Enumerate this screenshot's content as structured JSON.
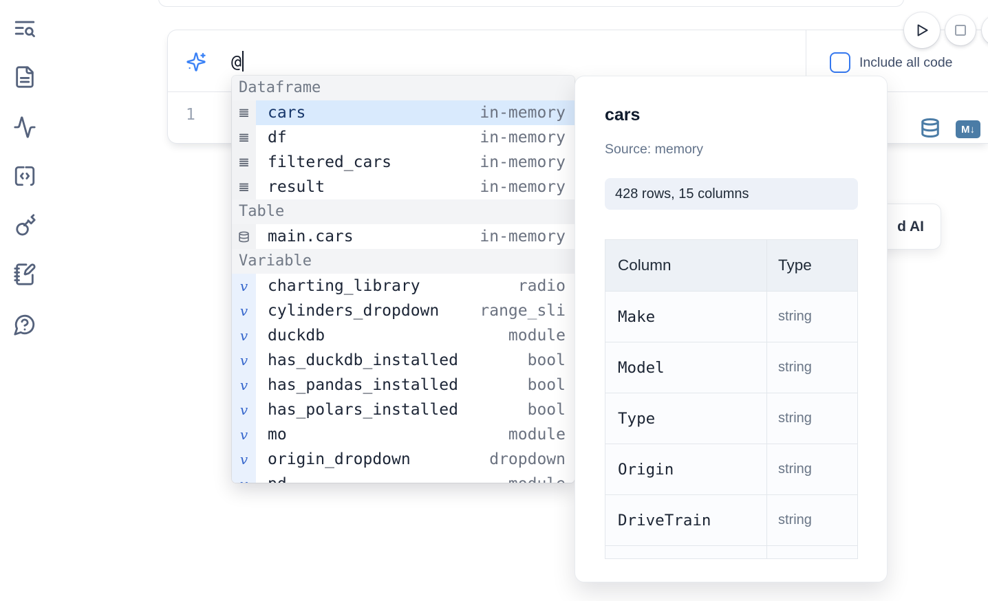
{
  "sidebar": {
    "items": [
      {
        "id": "search",
        "icon": "text-search-icon"
      },
      {
        "id": "document",
        "icon": "file-text-icon"
      },
      {
        "id": "activity",
        "icon": "activity-icon"
      },
      {
        "id": "snippets",
        "icon": "code-square-dashed-icon"
      },
      {
        "id": "keys",
        "icon": "key-icon"
      },
      {
        "id": "scratchpad",
        "icon": "notebook-pen-icon"
      },
      {
        "id": "help",
        "icon": "help-chat-icon"
      }
    ]
  },
  "controls": {
    "run_icon": "play-icon",
    "stop_icon": "stop-square-icon"
  },
  "prompt": {
    "icon": "sparkles-icon",
    "value": "@",
    "include_all_code_label": "Include all code",
    "include_all_code_checked": false
  },
  "editor": {
    "line_number": "1",
    "language_icons": {
      "sql": "database-icon",
      "markdown": "markdown-icon"
    },
    "markdown_glyph": "M↓"
  },
  "autocomplete": {
    "sections": [
      {
        "label": "Dataframe",
        "items": [
          {
            "icon": "dataframe-icon",
            "name": "cars",
            "detail": "in-memory",
            "selected": true
          },
          {
            "icon": "dataframe-icon",
            "name": "df",
            "detail": "in-memory"
          },
          {
            "icon": "dataframe-icon",
            "name": "filtered_cars",
            "detail": "in-memory"
          },
          {
            "icon": "dataframe-icon",
            "name": "result",
            "detail": "in-memory"
          }
        ]
      },
      {
        "label": "Table",
        "items": [
          {
            "icon": "database-icon",
            "name": "main.cars",
            "detail": "in-memory"
          }
        ]
      },
      {
        "label": "Variable",
        "items": [
          {
            "icon": "variable-icon",
            "name": "charting_library",
            "detail": "radio"
          },
          {
            "icon": "variable-icon",
            "name": "cylinders_dropdown",
            "detail": "range_sli"
          },
          {
            "icon": "variable-icon",
            "name": "duckdb",
            "detail": "module"
          },
          {
            "icon": "variable-icon",
            "name": "has_duckdb_installed",
            "detail": "bool"
          },
          {
            "icon": "variable-icon",
            "name": "has_pandas_installed",
            "detail": "bool"
          },
          {
            "icon": "variable-icon",
            "name": "has_polars_installed",
            "detail": "bool"
          },
          {
            "icon": "variable-icon",
            "name": "mo",
            "detail": "module"
          },
          {
            "icon": "variable-icon",
            "name": "origin_dropdown",
            "detail": "dropdown"
          },
          {
            "icon": "variable-icon",
            "name": "pd",
            "detail": "module",
            "partial": true
          }
        ]
      }
    ]
  },
  "preview": {
    "title": "cars",
    "source": "Source: memory",
    "shape": "428 rows, 15 columns",
    "table": {
      "headers": [
        "Column",
        "Type"
      ],
      "rows": [
        [
          "Make",
          "string"
        ],
        [
          "Model",
          "string"
        ],
        [
          "Type",
          "string"
        ],
        [
          "Origin",
          "string"
        ],
        [
          "DriveTrain",
          "string"
        ]
      ],
      "has_partial_row": true
    }
  },
  "ai_button": {
    "visible_label_fragment": "d AI"
  },
  "colors": {
    "accent_blue": "#3b82f6",
    "checkbox_blue": "#3578ef",
    "selection_blue": "#d9eafd",
    "steel_blue_icon": "#4b7ca6",
    "variable_blue": "#3566cc",
    "muted_text": "#6b7280",
    "header_bg": "#f3f4f6"
  }
}
